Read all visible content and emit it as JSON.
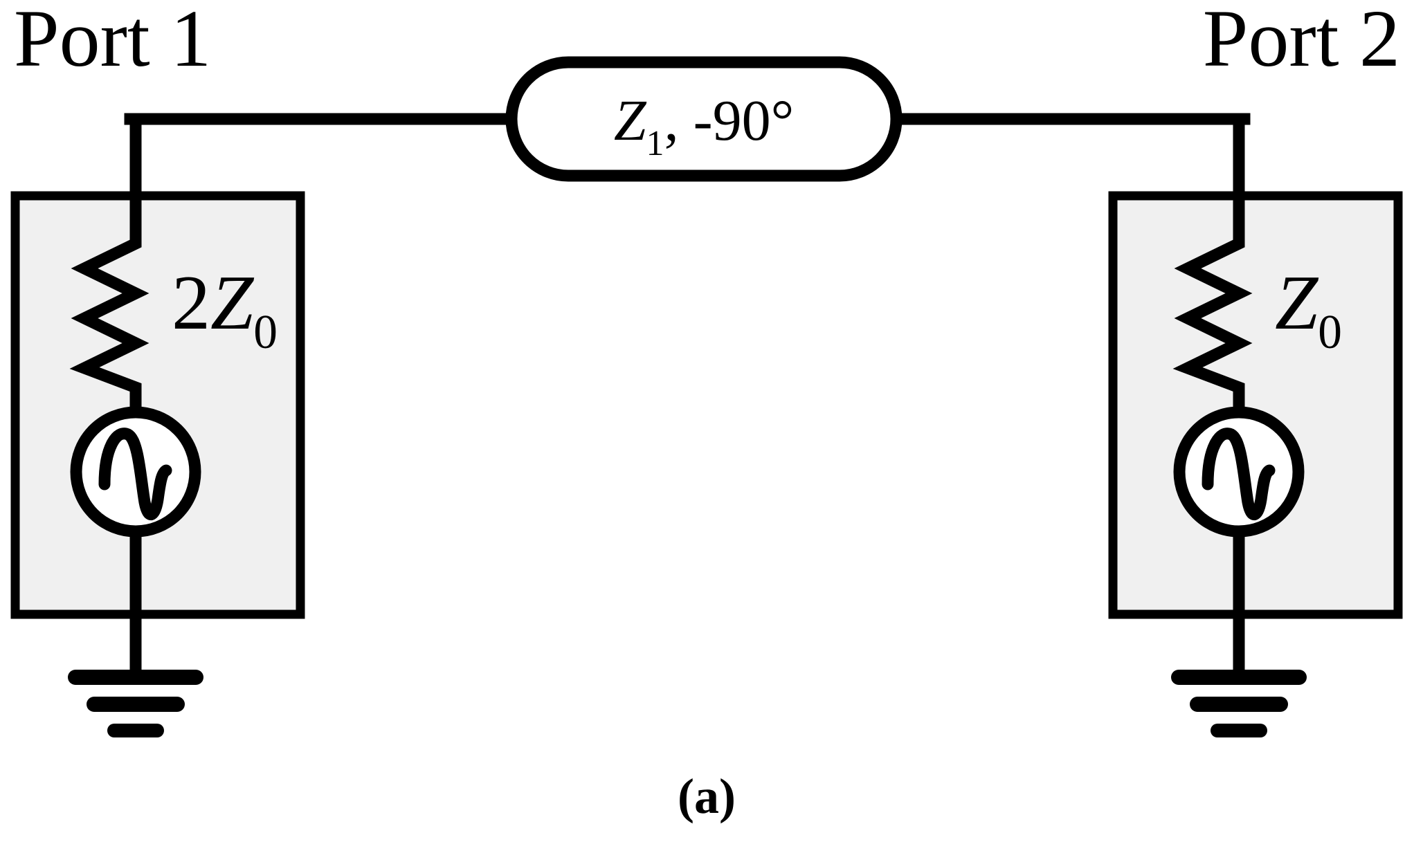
{
  "figure": {
    "caption": "(a)",
    "background_color": "#ffffff",
    "line_color": "#000000",
    "block_fill_color": "#f0f0f0"
  },
  "ports": {
    "left": {
      "label": "Port 1"
    },
    "right": {
      "label": "Port 2"
    }
  },
  "transmission_line": {
    "impedance_symbol": "Z",
    "impedance_subscript": "1",
    "separator": ", ",
    "electrical_length": "-90°",
    "full_label": "Z1, -90°",
    "shape": "stadium",
    "fill": "#ffffff"
  },
  "left_network": {
    "box_label": "source-network-1",
    "resistor": {
      "value_prefix": "2",
      "impedance_symbol": "Z",
      "impedance_subscript": "0",
      "full_label": "2Z0"
    },
    "source": {
      "type": "ac-voltage-source",
      "symbol": "sine"
    },
    "ground": {
      "type": "ground",
      "bars": 3
    }
  },
  "right_network": {
    "box_label": "source-network-2",
    "resistor": {
      "value_prefix": "",
      "impedance_symbol": "Z",
      "impedance_subscript": "0",
      "full_label": "Z0"
    },
    "source": {
      "type": "ac-voltage-source",
      "symbol": "sine"
    },
    "ground": {
      "type": "ground",
      "bars": 3
    }
  }
}
